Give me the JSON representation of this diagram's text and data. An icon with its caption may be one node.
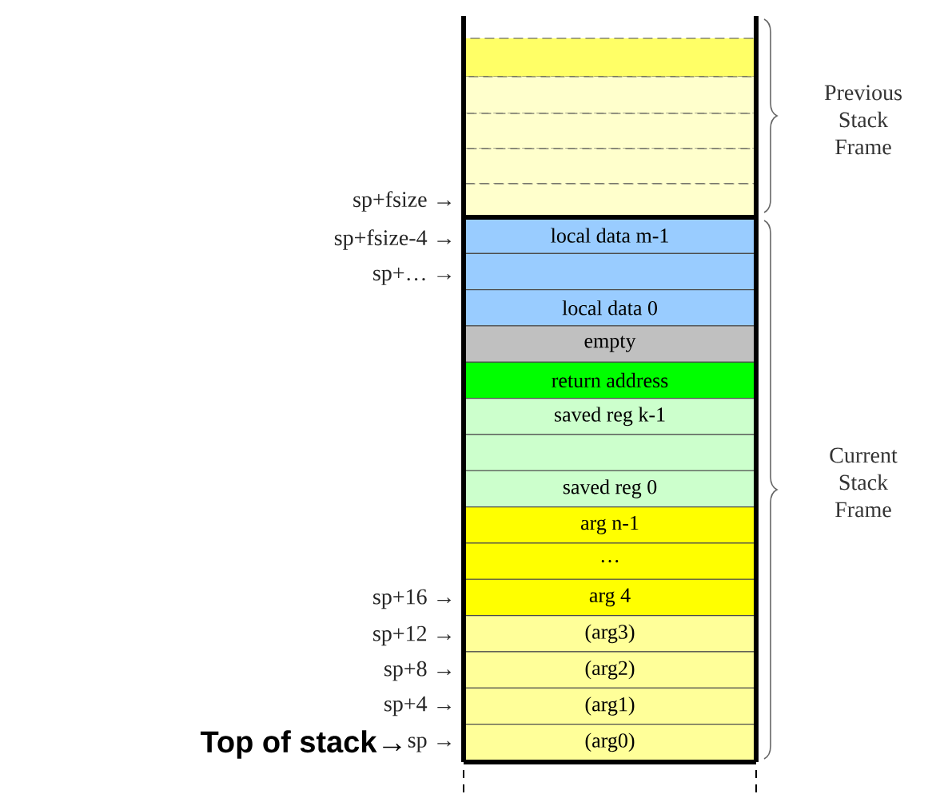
{
  "diagram": {
    "nodes": [
      {
        "text": [],
        "shape": "box"
      },
      {
        "text": [],
        "shape": "box"
      },
      {
        "text": [],
        "shape": "box"
      },
      {
        "text": [],
        "shape": "box"
      },
      {
        "text": [],
        "shape": "box"
      },
      {
        "text": [
          "local data m-1"
        ]
      },
      {
        "text": [],
        "shape": "box"
      },
      {
        "text": [
          "local data 0"
        ]
      },
      {
        "text": [
          "empty"
        ]
      },
      {
        "text": [
          "return address"
        ]
      },
      {
        "text": [
          "saved reg k-1"
        ]
      },
      {
        "text": [],
        "shape": "box"
      },
      {
        "text": [
          "saved reg 0"
        ]
      },
      {
        "text": [
          "arg n-1"
        ]
      },
      {
        "text": [
          "…"
        ]
      },
      {
        "text": [
          "arg 4"
        ]
      },
      {
        "text": [
          "(arg3)"
        ]
      },
      {
        "text": [
          "(arg2)"
        ]
      },
      {
        "text": [
          "(arg1)"
        ]
      },
      {
        "text": [
          "(arg0)"
        ]
      }
    ],
    "labels": [
      "Previous Stack Frame",
      "sp+fsize →",
      "sp+fsize-4 →",
      "sp+… →",
      "Current Stack Frame",
      "sp+16 →",
      "sp+12 →",
      "sp+8 →",
      "sp+4 →",
      "Top of stack→",
      "sp →"
    ]
  }
}
